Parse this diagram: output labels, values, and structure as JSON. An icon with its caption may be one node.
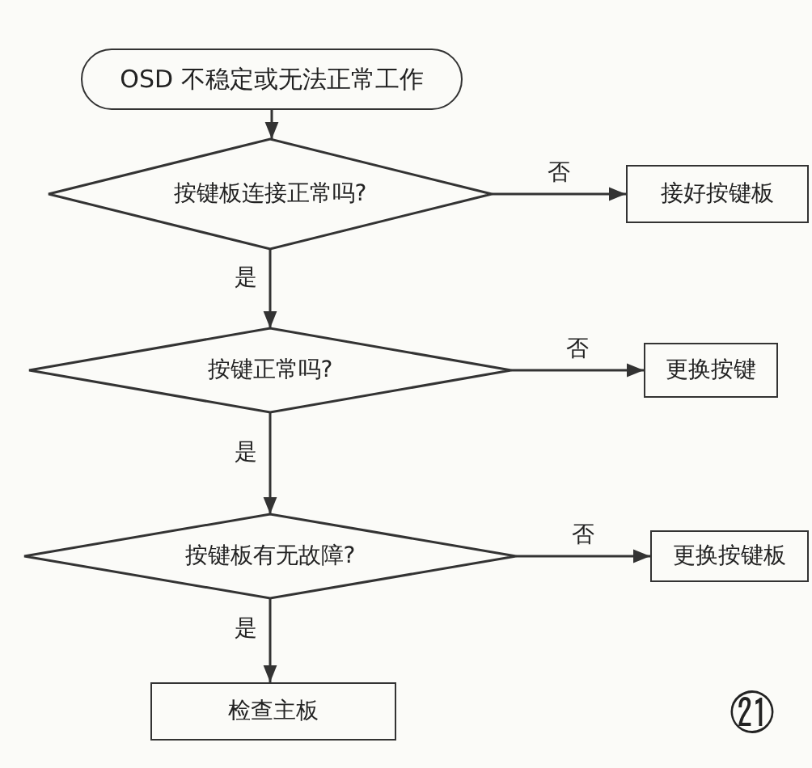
{
  "diagram": {
    "nodes": [
      {
        "text": [
          "OSD 不稳定或无法正常工作"
        ]
      },
      {
        "text": [
          "按键板连接正常吗?"
        ]
      },
      {
        "text": [
          "接好按键板"
        ]
      },
      {
        "text": [
          "按键正常吗?"
        ]
      },
      {
        "text": [
          "更换按键"
        ]
      },
      {
        "text": [
          "按键板有无故障?"
        ]
      },
      {
        "text": [
          "更换按键板"
        ]
      },
      {
        "text": [
          "检查主板"
        ]
      }
    ],
    "edges": [
      {
        "from": 0,
        "to": 1,
        "arrow": "to"
      },
      {
        "from": 1,
        "to": 2,
        "arrow": "to",
        "label": "否"
      },
      {
        "from": 1,
        "to": 3,
        "arrow": "to",
        "label": "是"
      },
      {
        "from": 3,
        "to": 4,
        "arrow": "to",
        "label": "否"
      },
      {
        "from": 3,
        "to": 5,
        "arrow": "to",
        "label": "是"
      },
      {
        "from": 5,
        "to": 6,
        "arrow": "to",
        "label": "否"
      },
      {
        "from": 5,
        "to": 7,
        "arrow": "to",
        "label": "是"
      }
    ],
    "labels": [
      "㉑"
    ]
  }
}
